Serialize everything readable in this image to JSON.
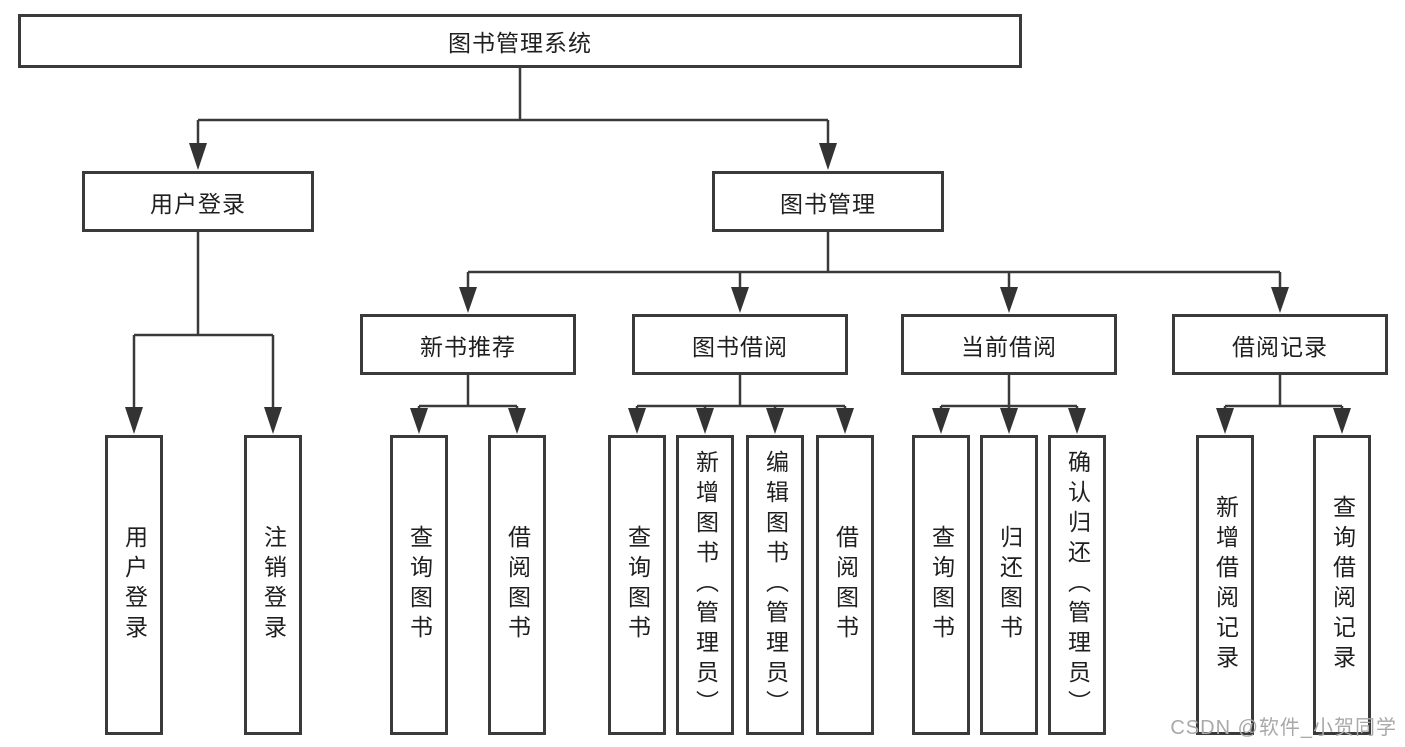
{
  "colors": {
    "line": "#3a3a3a",
    "box_border": "#3a3a3a",
    "box_background": "#ffffff",
    "page_background": "#ffffff",
    "watermark": "#a9a9a9"
  },
  "nodes": {
    "root": "图书管理系统",
    "level2": [
      "用户登录",
      "图书管理"
    ],
    "level3": [
      "新书推荐",
      "图书借阅",
      "当前借阅",
      "借阅记录"
    ],
    "leaves": [
      "用户登录",
      "注销登录",
      "查询图书",
      "借阅图书",
      "查询图书",
      "新增图书（管理员）",
      "编辑图书（管理员）",
      "借阅图书",
      "查询图书",
      "归还图书",
      "确认归还（管理员）",
      "新增借阅记录",
      "查询借阅记录"
    ]
  },
  "hierarchy": {
    "图书管理系统": {
      "用户登录": [
        "用户登录",
        "注销登录"
      ],
      "图书管理": {
        "新书推荐": [
          "查询图书",
          "借阅图书"
        ],
        "图书借阅": [
          "查询图书",
          "新增图书（管理员）",
          "编辑图书（管理员）",
          "借阅图书"
        ],
        "当前借阅": [
          "查询图书",
          "归还图书",
          "确认归还（管理员）"
        ],
        "借阅记录": [
          "新增借阅记录",
          "查询借阅记录"
        ]
      }
    }
  },
  "watermark": "CSDN @软件_小贺同学"
}
